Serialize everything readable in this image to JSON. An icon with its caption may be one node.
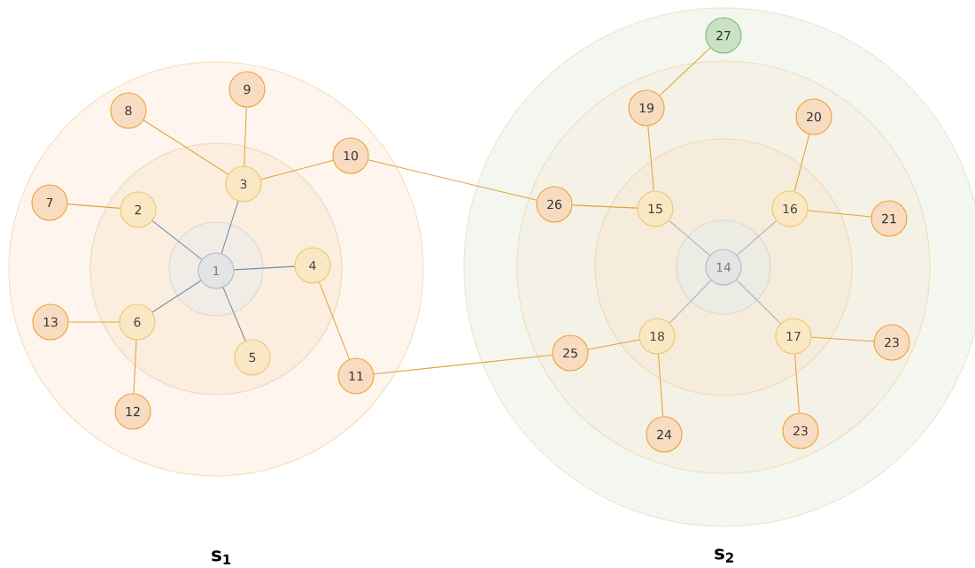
{
  "diagram": {
    "nodes": [
      {
        "text": [
          "1"
        ]
      },
      {
        "text": [
          "2"
        ]
      },
      {
        "text": [
          "3"
        ]
      },
      {
        "text": [
          "4"
        ]
      },
      {
        "text": [
          "5"
        ]
      },
      {
        "text": [
          "6"
        ]
      },
      {
        "text": [
          "7"
        ]
      },
      {
        "text": [
          "8"
        ]
      },
      {
        "text": [
          "9"
        ]
      },
      {
        "text": [
          "10"
        ]
      },
      {
        "text": [
          "11"
        ]
      },
      {
        "text": [
          "12"
        ]
      },
      {
        "text": [
          "13"
        ]
      },
      {
        "text": [
          "14"
        ]
      },
      {
        "text": [
          "15"
        ]
      },
      {
        "text": [
          "16"
        ]
      },
      {
        "text": [
          "17"
        ]
      },
      {
        "text": [
          "18"
        ]
      },
      {
        "text": [
          "19"
        ]
      },
      {
        "text": [
          "20"
        ]
      },
      {
        "text": [
          "21"
        ]
      },
      {
        "text": [
          "23"
        ]
      },
      {
        "text": [
          "23"
        ]
      },
      {
        "text": [
          "24"
        ]
      },
      {
        "text": [
          "25"
        ]
      },
      {
        "text": [
          "26"
        ]
      },
      {
        "text": [
          "27"
        ]
      }
    ],
    "edges": [
      {
        "from": 0,
        "to": 1,
        "arrow": "none",
        "color": "#7090a8"
      },
      {
        "from": 0,
        "to": 2,
        "arrow": "none",
        "color": "#7090a8"
      },
      {
        "from": 0,
        "to": 3,
        "arrow": "none",
        "color": "#7090a8"
      },
      {
        "from": 0,
        "to": 4,
        "arrow": "none",
        "color": "#7090a8"
      },
      {
        "from": 0,
        "to": 5,
        "arrow": "none",
        "color": "#7090a8"
      },
      {
        "from": 1,
        "to": 6,
        "arrow": "none"
      },
      {
        "from": 2,
        "to": 7,
        "arrow": "none"
      },
      {
        "from": 2,
        "to": 8,
        "arrow": "none"
      },
      {
        "from": 2,
        "to": 9,
        "arrow": "none"
      },
      {
        "from": 3,
        "to": 10,
        "arrow": "none"
      },
      {
        "from": 5,
        "to": 11,
        "arrow": "none"
      },
      {
        "from": 5,
        "to": 12,
        "arrow": "none"
      },
      {
        "from": 9,
        "to": 25,
        "arrow": "none"
      },
      {
        "from": 10,
        "to": 24,
        "arrow": "none"
      },
      {
        "from": 13,
        "to": 14,
        "arrow": "none",
        "color": "#a8b0b0"
      },
      {
        "from": 13,
        "to": 15,
        "arrow": "none",
        "color": "#a8b0b0"
      },
      {
        "from": 13,
        "to": 16,
        "arrow": "none",
        "color": "#a8b0b0"
      },
      {
        "from": 13,
        "to": 17,
        "arrow": "none",
        "color": "#a8b0b0"
      },
      {
        "from": 14,
        "to": 18,
        "arrow": "none"
      },
      {
        "from": 18,
        "to": 26,
        "arrow": "none"
      },
      {
        "from": 14,
        "to": 25,
        "arrow": "none"
      },
      {
        "from": 15,
        "to": 19,
        "arrow": "none"
      },
      {
        "from": 15,
        "to": 20,
        "arrow": "none"
      },
      {
        "from": 16,
        "to": 21,
        "arrow": "none"
      },
      {
        "from": 16,
        "to": 22,
        "arrow": "none"
      },
      {
        "from": 17,
        "to": 23,
        "arrow": "none"
      },
      {
        "from": 17,
        "to": 24,
        "arrow": "none"
      }
    ],
    "labels": [
      "s$_{1}$",
      "s$_{2}$"
    ]
  }
}
